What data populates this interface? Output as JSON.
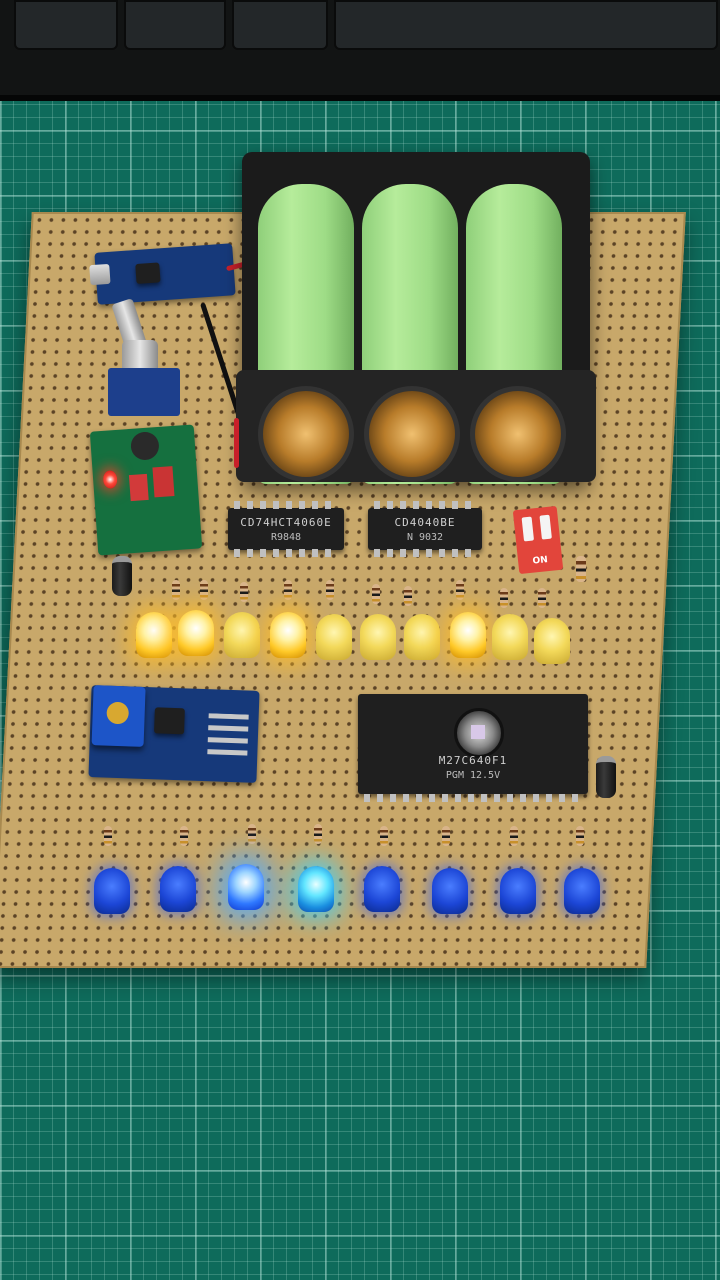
{
  "scene": {
    "description_colors": {
      "cutting_mat": "#0e6b5b",
      "perfboard": "#c8a86a",
      "battery_cells": "#a8e38e",
      "led_yellow": "#ffc928",
      "led_blue": "#2f78ff"
    }
  },
  "chips": {
    "chip1": {
      "line1": "CD74HCT4060E",
      "line2": "R9848"
    },
    "chip2": {
      "line1": "CD4040BE",
      "line2": "N 9032"
    },
    "eprom": {
      "line1": "M27C640F1",
      "line2": "PGM 12.5V"
    }
  },
  "dip_switch": {
    "label": "ON"
  },
  "leds": {
    "yellow_states": [
      1,
      1,
      0,
      1,
      0,
      0,
      0,
      1,
      0,
      0
    ],
    "blue_states": [
      0,
      0,
      1,
      1,
      0,
      0,
      0,
      0
    ]
  }
}
